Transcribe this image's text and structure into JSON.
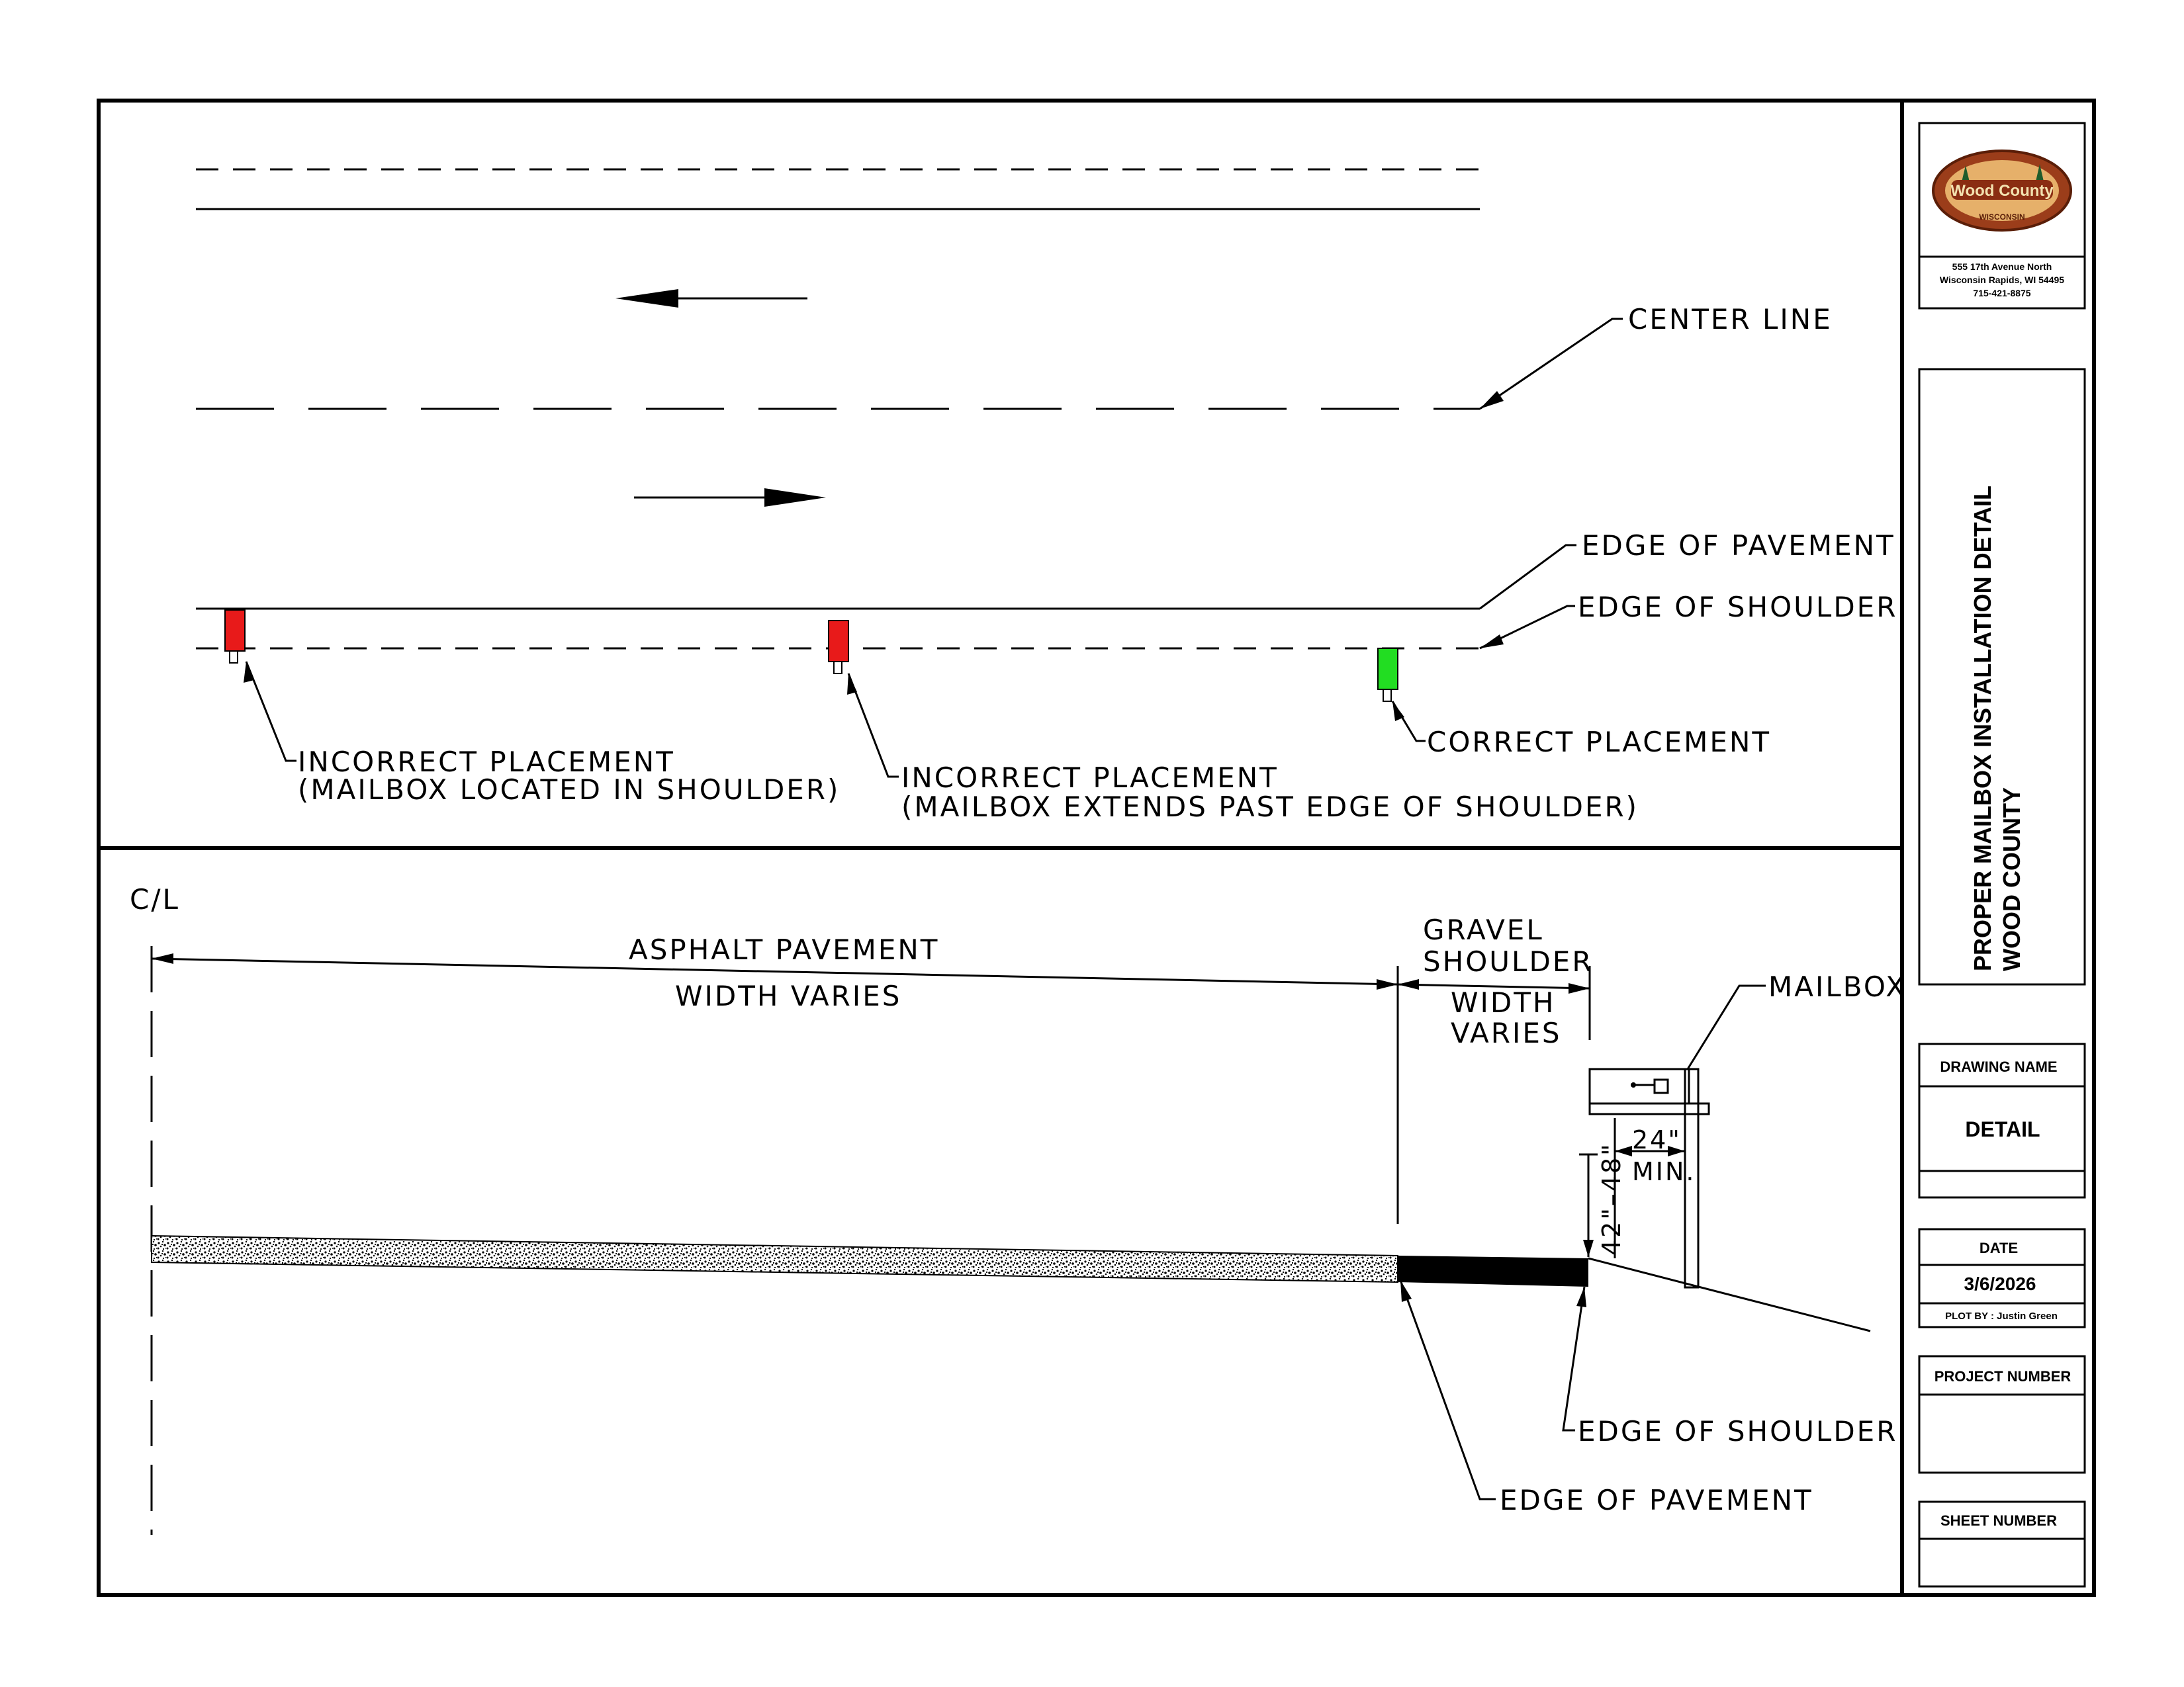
{
  "plan_view": {
    "center_line_label": "CENTER LINE",
    "edge_of_pavement_label": "EDGE OF PAVEMENT",
    "edge_of_shoulder_label": "EDGE OF SHOULDER",
    "incorrect_1": {
      "line1": "INCORRECT PLACEMENT",
      "line2": "(MAILBOX LOCATED IN SHOULDER)",
      "color": "#e81a1a"
    },
    "incorrect_2": {
      "line1": "INCORRECT PLACEMENT",
      "line2": "(MAILBOX EXTENDS PAST EDGE OF SHOULDER)",
      "color": "#e81a1a"
    },
    "correct": {
      "line1": "CORRECT PLACEMENT",
      "color": "#22dd22"
    }
  },
  "section_view": {
    "cl_label": "C/L",
    "asphalt_label": "ASPHALT PAVEMENT",
    "asphalt_width": "WIDTH VARIES",
    "gravel_line1": "GRAVEL",
    "gravel_line2": "SHOULDER",
    "gravel_width_line1": "WIDTH",
    "gravel_width_line2": "VARIES",
    "mailbox_label": "MAILBOX",
    "min_offset": "24\"",
    "min_label": "MIN.",
    "height_range": "42\"–48\"",
    "edge_of_shoulder_label": "EDGE OF SHOULDER",
    "edge_of_pavement_label": "EDGE OF PAVEMENT"
  },
  "title_block": {
    "logo_text": "Wood County",
    "logo_subtext": "WISCONSIN",
    "address_line1": "555 17th Avenue North",
    "address_line2": "Wisconsin Rapids, WI 54495",
    "phone": "715-421-8875",
    "title_line1": "PROPER MAILBOX INSTALLATION DETAIL",
    "title_line2": "WOOD COUNTY",
    "drawing_name_label": "DRAWING NAME",
    "drawing_name_value": "DETAIL",
    "date_label": "DATE",
    "date_value": "3/6/2026",
    "plot_by": "PLOT BY : Justin Green",
    "project_number_label": "PROJECT NUMBER",
    "sheet_number_label": "SHEET NUMBER"
  }
}
